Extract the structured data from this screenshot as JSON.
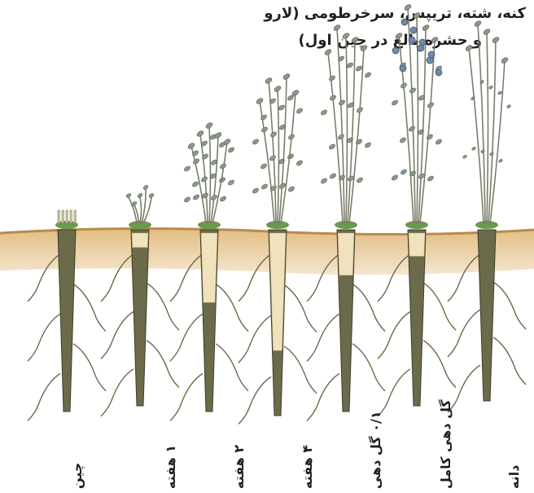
{
  "title": {
    "line1": "کنه، شته، تریپس، سرخرطومی (لارو",
    "line2": "و حشره بالغ در چین اول)"
  },
  "stages": [
    {
      "label": "چین",
      "damage": 0.0,
      "foliage": "stubble"
    },
    {
      "label": "۱ هفته",
      "damage": 0.1,
      "foliage": "sprouts"
    },
    {
      "label": "۲ هفته",
      "damage": 0.4,
      "foliage": "short"
    },
    {
      "label": "۴ هفته",
      "damage": 0.65,
      "foliage": "medium"
    },
    {
      "label": "۰/۱ گل دهی",
      "damage": 0.25,
      "foliage": "tall-buds"
    },
    {
      "label": "گل دهی کامل",
      "damage": 0.15,
      "foliage": "flowering"
    },
    {
      "label": "دانه",
      "damage": 0.0,
      "foliage": "seed"
    }
  ],
  "colors": {
    "soil": "#d8b074",
    "soil_dark": "#b88b4c",
    "root": "#6b6a4a",
    "root_damage": "#efe2bd",
    "stem": "#7a7d6a",
    "leaf": "#8a9b86",
    "flower": "#6f8aa6",
    "crown": "#6a9a4c"
  }
}
